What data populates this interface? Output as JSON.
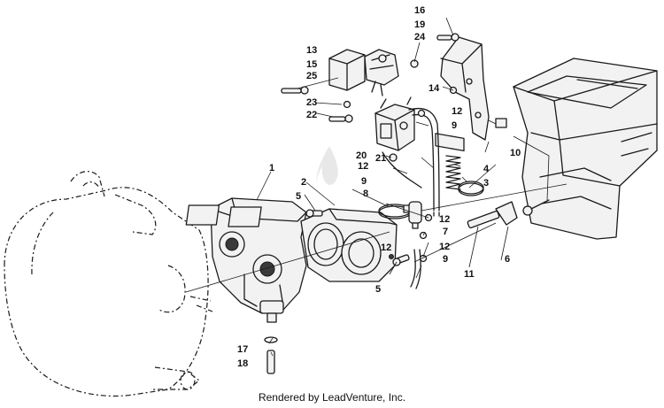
{
  "callouts": [
    "1",
    "2",
    "3",
    "4",
    "5",
    "5",
    "6",
    "7",
    "8",
    "9",
    "9",
    "9",
    "10",
    "11",
    "12",
    "12",
    "12",
    "12",
    "12",
    "13",
    "14",
    "15",
    "16",
    "17",
    "18",
    "19",
    "20",
    "21",
    "22",
    "23",
    "24",
    "25"
  ],
  "footer": {
    "credit": "Rendered by LeadVenture, Inc."
  },
  "colors": {
    "line": "#1a1a1a",
    "background": "#ffffff"
  }
}
